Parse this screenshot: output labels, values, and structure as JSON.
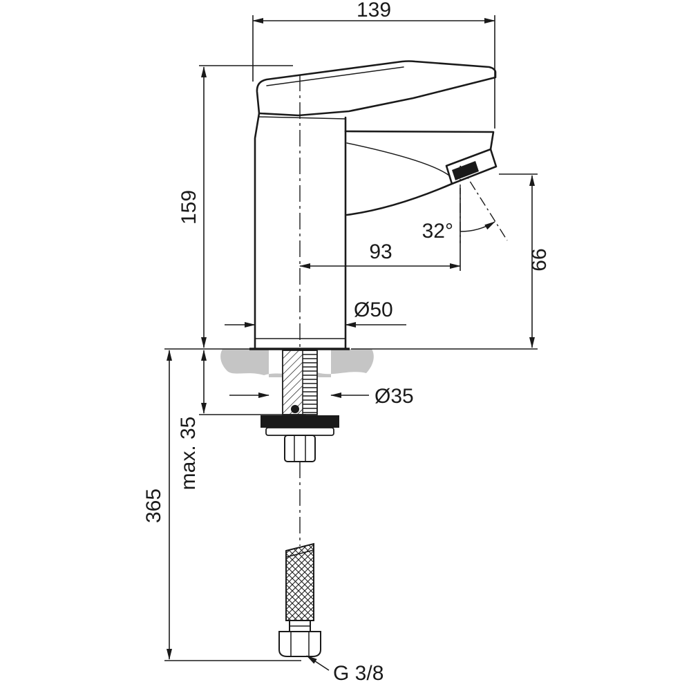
{
  "labels": {
    "overall_width": "139",
    "body_height": "159",
    "spout_reach": "93",
    "spray_angle": "32°",
    "spout_height": "66",
    "base_diameter": "Ø50",
    "mounting_hole_diameter": "Ø35",
    "max_deck_thickness": "max. 35",
    "hose_reach": "365",
    "connection_thread": "G 3/8"
  },
  "colors": {
    "line": "#1a1a1a",
    "countertop": "#c5c5c5",
    "background": "#ffffff"
  }
}
